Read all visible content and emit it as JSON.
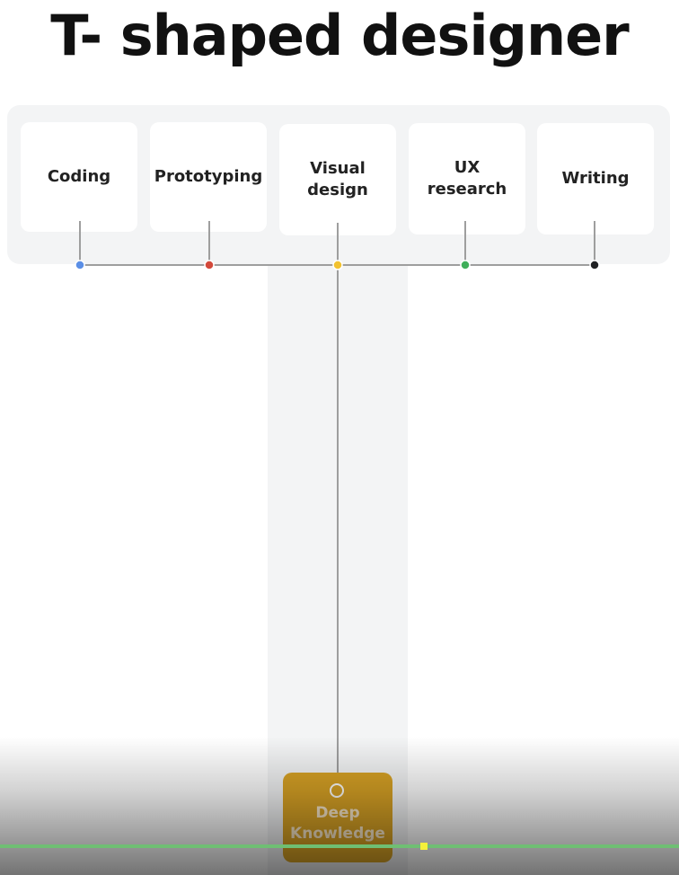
{
  "title": "T- shaped designer",
  "skills": [
    {
      "label": "Coding",
      "dot_color": "#5b8fe6"
    },
    {
      "label": "Prototyping",
      "dot_color": "#d3493b"
    },
    {
      "label": "Visual\ndesign",
      "dot_color": "#f2c230"
    },
    {
      "label": "UX\nresearch",
      "dot_color": "#3fae5a"
    },
    {
      "label": "Writing",
      "dot_color": "#202124"
    }
  ],
  "deep": {
    "label": "Deep\nKnowledge",
    "color": "#d9a325"
  },
  "colors": {
    "line": "#9e9e9e",
    "band": "#f3f4f5",
    "progress": "#6fbf73",
    "progress_head": "#f5f03a"
  },
  "video_progress": 0.62
}
